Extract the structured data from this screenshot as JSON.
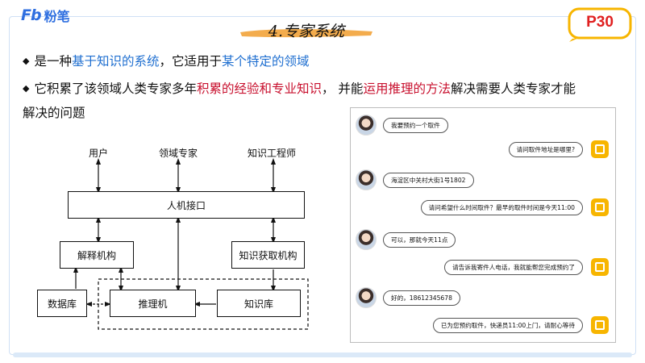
{
  "header": {
    "logo_fb": "Fb",
    "logo_cn": "粉笔",
    "title": "4.专家系统",
    "page_number": "P30"
  },
  "bullets": [
    {
      "segments": [
        {
          "text": "是一种",
          "color": "default"
        },
        {
          "text": "基于知识的系统",
          "color": "blue"
        },
        {
          "text": "，它适用于",
          "color": "default"
        },
        {
          "text": "某个特定的领域",
          "color": "blue"
        }
      ]
    },
    {
      "segments": [
        {
          "text": "它积累了该领域人类专家多年",
          "color": "default"
        },
        {
          "text": "积累的经验和专业知识",
          "color": "red"
        },
        {
          "text": "， 并能",
          "color": "default"
        },
        {
          "text": "运用推理的方法",
          "color": "red"
        },
        {
          "text": "解决需要人类专家才能",
          "color": "default"
        }
      ],
      "continuation": "解决的问题"
    }
  ],
  "diagram": {
    "top_labels": {
      "user": "用户",
      "domain_expert": "领域专家",
      "knowledge_engineer": "知识工程师"
    },
    "boxes": {
      "hci": "人机接口",
      "explain": "解释机构",
      "acquire": "知识获取机构",
      "database": "数据库",
      "inference": "推理机",
      "knowledge_base": "知识库"
    }
  },
  "chat": {
    "messages": [
      {
        "side": "left",
        "text": "我要预约一个取件"
      },
      {
        "side": "right",
        "text": "请问取件地址是哪里?"
      },
      {
        "side": "left",
        "text": "海淀区中关村大街1号1802"
      },
      {
        "side": "right",
        "text": "请问希望什么时间取件？最早的取件时间是今天11:00"
      },
      {
        "side": "left",
        "text": "可以，那就今天11点"
      },
      {
        "side": "right",
        "text": "请告诉我寄件人电话，我就能帮您完成预约了"
      },
      {
        "side": "left",
        "text": "好的，18612345678"
      },
      {
        "side": "right",
        "text": "已为您预约取件，快递员11:00上门，请耐心等待"
      }
    ]
  },
  "colors": {
    "accent_blue": "#1f6fd0",
    "accent_red": "#c8102e",
    "logo_blue": "#2f6fe0",
    "badge_yellow": "#f7b500"
  }
}
